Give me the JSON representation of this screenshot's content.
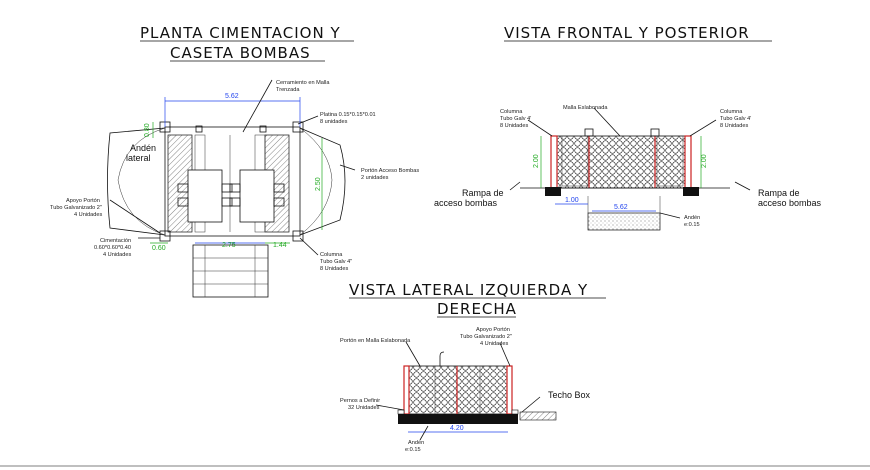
{
  "titles": {
    "plan_line1": "PLANTA CIMENTACION Y",
    "plan_line2": "CASETA BOMBAS",
    "front": "VISTA FRONTAL Y POSTERIOR",
    "side_line1": "VISTA LATERAL IZQUIERDA Y",
    "side_line2": "DERECHA"
  },
  "plan": {
    "cerramiento": [
      "Cerramiento en Malla",
      "Trenzada"
    ],
    "platina": [
      "Platina 0.15*0.15*0.01",
      "8 unidades"
    ],
    "anden": [
      "Andén",
      "lateral"
    ],
    "porton": [
      "Portón Acceso Bombas",
      "2 unidades"
    ],
    "apoyo": [
      "Apoyo Portón",
      "Tubo Galvanizado 2\"",
      "4 Unidades"
    ],
    "cimentacion": [
      "Cimentación",
      "0.60*0.60*0.40",
      "4 Unidades"
    ],
    "columna": [
      "Columna",
      "Tubo Galv 4\"",
      "8 Unidades"
    ],
    "dims": {
      "top": "5.62",
      "left_side": "0.80",
      "right_side": "2.50",
      "bottom_mid": "2.75",
      "bottom_right": "1.44",
      "bottom_left": "0.60"
    }
  },
  "front": {
    "malla": "Malla Eslabonada",
    "columna_left": [
      "Columna",
      "Tubo Galv 4'",
      "8 Unidades"
    ],
    "columna_right": [
      "Columna",
      "Tubo Galv 4'",
      "8 Unidades"
    ],
    "rampa_left": [
      "Rampa de",
      "acceso bombas"
    ],
    "rampa_right": [
      "Rampa de",
      "acceso bombas"
    ],
    "anden": [
      "Andén",
      "e:0.15"
    ],
    "dims": {
      "width": "5.62",
      "side": "1.00",
      "h_left": "2.00",
      "h_right": "2.00"
    }
  },
  "side": {
    "porton": "Portón en Malla Eslabonada",
    "apoyo": [
      "Apoyo Portón",
      "Tubo Galvanizado 2\"",
      "4 Unidades"
    ],
    "pernos": [
      "Pernos a Definir",
      "32 Unidades"
    ],
    "techo": "Techo Box",
    "anden": [
      "Andén",
      "e:0.15"
    ],
    "dims": {
      "width": "4.20"
    }
  }
}
